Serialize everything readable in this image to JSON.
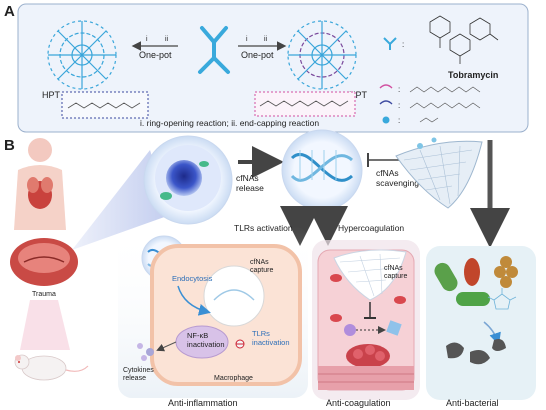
{
  "panel_a": {
    "letter": "A",
    "hpt_label": "HPT",
    "sshpt_label": "ssHPT",
    "step_i": "i",
    "step_ii": "ii",
    "one_pot": "One-pot",
    "one_pot_2": "One-pot",
    "footnote": "i. ring-opening reaction; ii. end-capping reaction",
    "tobramycin": "Tobramycin",
    "colors": {
      "panel_bg": "#eef3fb",
      "panel_border": "#9bb0cc",
      "blue": "#39a9dc",
      "purple": "#7b4a9c",
      "pink": "#d14fa0"
    }
  },
  "panel_b": {
    "letter": "B",
    "trauma": "Trauma",
    "cfnas_release": "cfNAs\nrelease",
    "cfnas_scavenging": "cfNAs\nscavenging",
    "tlrs_activation": "TLRs activation",
    "hypercoagulation": "Hypercoagulation",
    "cfnas_capture_1": "cfNAs\ncapture",
    "cfnas_capture_2": "cfNAs\ncapture",
    "endocytosis": "Endocytosis",
    "nfkb": "NF-κB\ninactivation",
    "tlrs_inactivation": "TLRs\ninactivation",
    "cytokines": "Cytokines\nrelease",
    "macrophage": "Macrophage",
    "anti_inflammation": "Anti-inflammation",
    "anti_coagulation": "Anti-coagulation",
    "anti_bacterial": "Anti-bacterial",
    "colors": {
      "arrow": "#444444",
      "macrophage_bg": "#fbe3d6",
      "coag_bg": "#f9d9dc",
      "bact_bg": "#e6f1f6"
    }
  }
}
